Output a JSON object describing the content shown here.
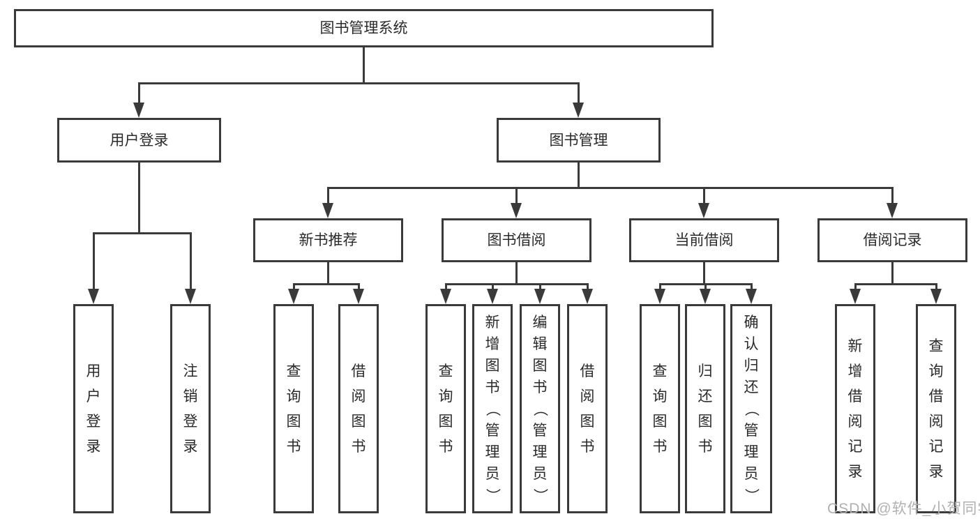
{
  "tree": {
    "label": "图书管理系统",
    "children": [
      {
        "label": "用户登录",
        "children": [
          {
            "label": "用户登录"
          },
          {
            "label": "注销登录"
          }
        ]
      },
      {
        "label": "图书管理",
        "children": [
          {
            "label": "新书推荐",
            "children": [
              {
                "label": "查询图书"
              },
              {
                "label": "借阅图书"
              }
            ]
          },
          {
            "label": "图书借阅",
            "children": [
              {
                "label": "查询图书"
              },
              {
                "label": "新增图书（管理员）"
              },
              {
                "label": "编辑图书（管理员）"
              },
              {
                "label": "借阅图书"
              }
            ]
          },
          {
            "label": "当前借阅",
            "children": [
              {
                "label": "查询图书"
              },
              {
                "label": "归还图书"
              },
              {
                "label": "确认归还（管理员）"
              }
            ]
          },
          {
            "label": "借阅记录",
            "children": [
              {
                "label": "新增借阅记录"
              },
              {
                "label": "查询借阅记录"
              }
            ]
          }
        ]
      }
    ]
  },
  "watermark": {
    "text": "CSDN @软件_小贺同学"
  },
  "colors": {
    "line": "#3a3a3a",
    "text": "#2a2a2a",
    "watermark": "#b0b0b0",
    "background": "#ffffff"
  }
}
